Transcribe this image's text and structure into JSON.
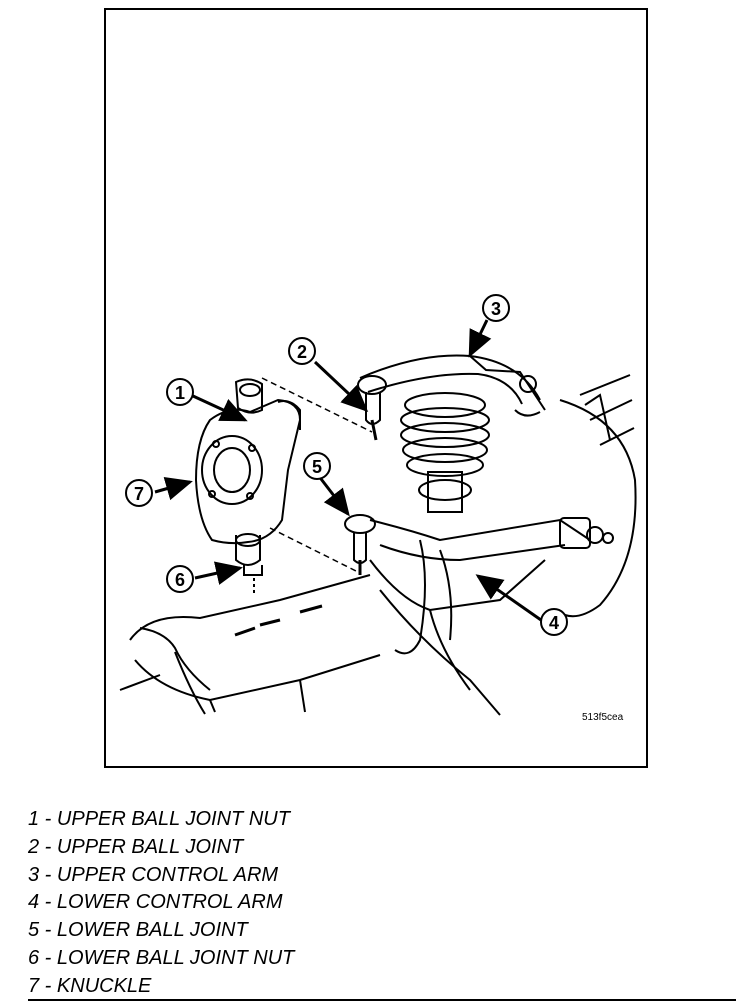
{
  "figure_code": "513f5cea",
  "callouts": [
    {
      "number": "1",
      "label": "UPPER BALL JOINT NUT"
    },
    {
      "number": "2",
      "label": "UPPER BALL JOINT"
    },
    {
      "number": "3",
      "label": "UPPER CONTROL ARM"
    },
    {
      "number": "4",
      "label": "LOWER CONTROL ARM"
    },
    {
      "number": "5",
      "label": "LOWER BALL JOINT"
    },
    {
      "number": "6",
      "label": "LOWER BALL JOINT NUT"
    },
    {
      "number": "7",
      "label": "KNUCKLE"
    }
  ],
  "separator": " - "
}
